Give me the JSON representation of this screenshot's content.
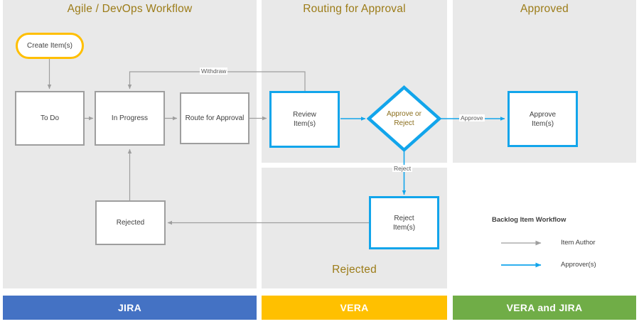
{
  "diagram": {
    "title_visible": false,
    "columns": [
      {
        "header": "Agile / DevOps Workflow"
      },
      {
        "header": "Routing for Approval"
      },
      {
        "header": "Approved"
      }
    ],
    "sub_header": "Rejected"
  },
  "nodes": {
    "create": "Create Item(s)",
    "todo": "To Do",
    "in_progress": "In Progress",
    "route_for_approval": "Route for Approval",
    "review": "Review\nItem(s)",
    "review_l1": "Review",
    "review_l2": "Item(s)",
    "decision_l1": "Approve or",
    "decision_l2": "Reject",
    "approve_l1": "Approve",
    "approve_l2": "Item(s)",
    "reject_l1": "Reject",
    "reject_l2": "Item(s)",
    "rejected": "Rejected"
  },
  "edge_labels": {
    "withdraw": "Withdraw",
    "approve": "Approve",
    "reject": "Reject"
  },
  "legend": {
    "title": "Backlog  Item Workflow",
    "items": [
      {
        "label": "Item Author",
        "color": "#9e9e9e"
      },
      {
        "label": "Approver(s)",
        "color": "#12a5eb"
      }
    ]
  },
  "footer_bars": [
    {
      "label": "JIRA",
      "color": "#4472c4"
    },
    {
      "label": "VERA",
      "color": "#ffc000"
    },
    {
      "label": "VERA and JIRA",
      "color": "#70ad47"
    }
  ],
  "colors": {
    "panel": "#e9e9e9",
    "header_text": "#9c7c18",
    "gray_stroke": "#9e9e9e",
    "blue_stroke": "#12a5eb",
    "amber_stroke": "#ffbf00"
  }
}
